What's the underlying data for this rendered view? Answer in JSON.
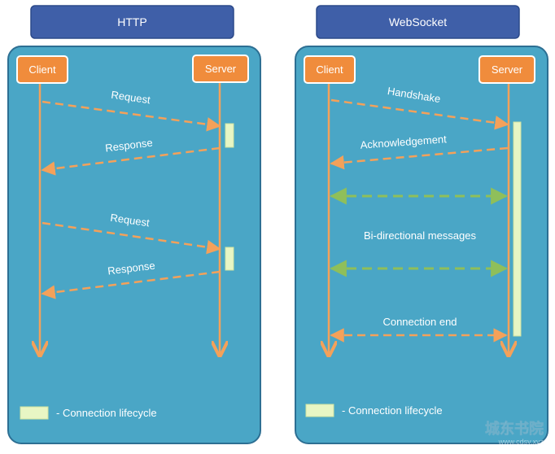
{
  "panels": {
    "http": {
      "title": "HTTP",
      "client_label": "Client",
      "server_label": "Server",
      "messages": [
        "Request",
        "Response",
        "Request",
        "Response"
      ],
      "legend": "- Connection lifecycle"
    },
    "websocket": {
      "title": "WebSocket",
      "client_label": "Client",
      "server_label": "Server",
      "messages": [
        "Handshake",
        "Acknowledgement",
        "Bi-directional messages",
        "Connection end"
      ],
      "legend": "- Connection lifecycle"
    }
  },
  "watermark": {
    "text": "城东书院",
    "url": "www.cdsy.xyz"
  },
  "colors": {
    "title_box": "#3f5fa8",
    "panel": "#4aa6c6",
    "panel_border": "#2d6f93",
    "actor": "#f08c3c",
    "line": "#f4a15a",
    "arrow_green": "#8fbf5a",
    "lifecycle": "#e8f6c4"
  }
}
